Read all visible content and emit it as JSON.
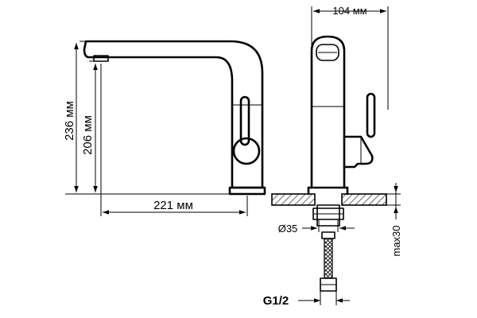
{
  "dimensions": {
    "overall_height": "236 мм",
    "spout_height": "206 мм",
    "spout_reach": "221 мм",
    "body_width": "104 мм",
    "base_diameter": "Ø35",
    "max_worktop_thickness": "max30",
    "connection_thread": "G1/2"
  }
}
